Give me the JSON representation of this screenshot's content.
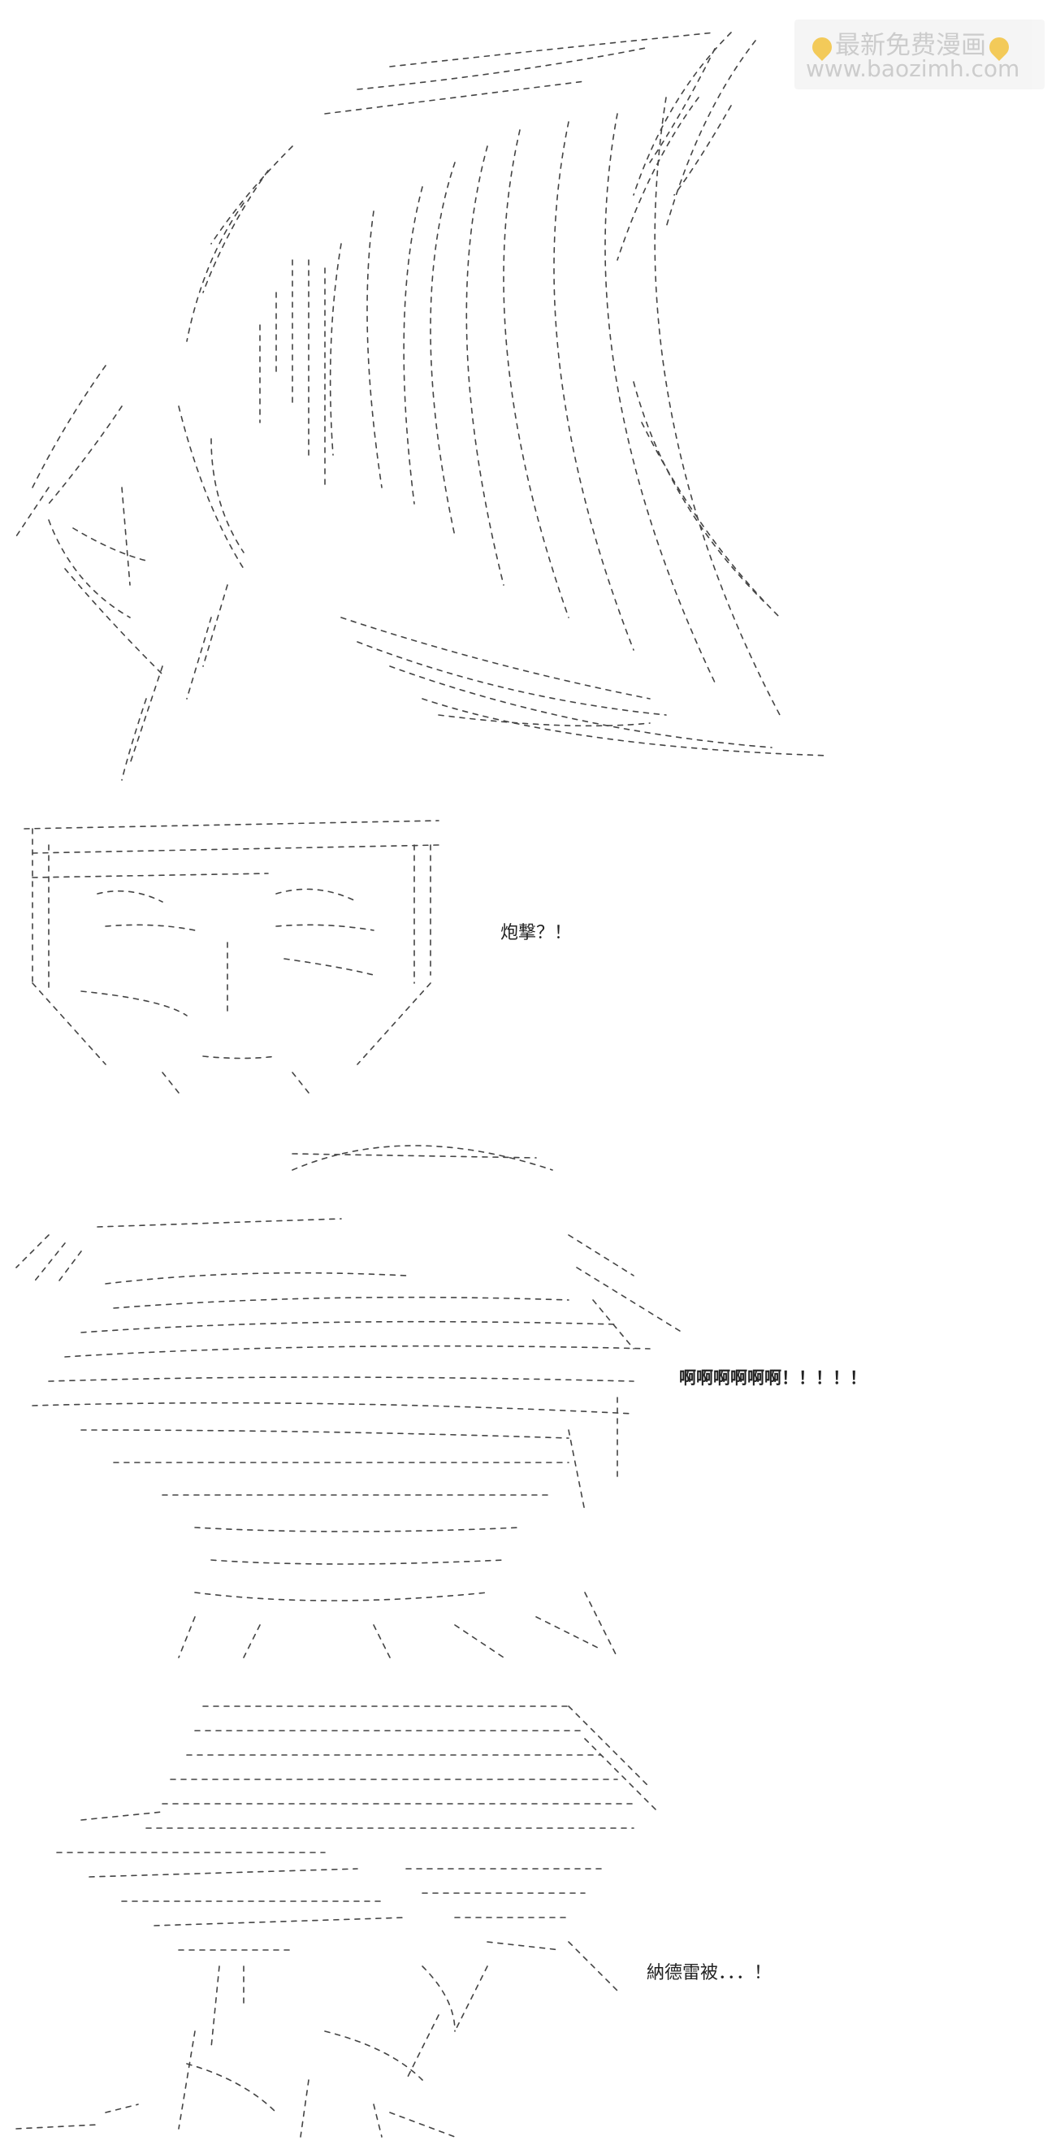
{
  "watermark": {
    "title": "最新免费漫画",
    "url": "www.baozimh.com",
    "icon": "pointing-hand-icon"
  },
  "panels": [
    {
      "id": "panel-1",
      "description_icon": "ascii-art-crescent-figure"
    },
    {
      "id": "panel-2",
      "dialogue": "炮撃？！"
    },
    {
      "id": "panel-3",
      "dialogue": "啊啊啊啊啊啊！！！！！"
    },
    {
      "id": "panel-4",
      "dialogue": "納德雷被．．．！"
    }
  ],
  "colors": {
    "ink": "#333333",
    "background": "#ffffff",
    "watermark_text": "#c8c8c8",
    "watermark_icon": "#f3c64b"
  }
}
